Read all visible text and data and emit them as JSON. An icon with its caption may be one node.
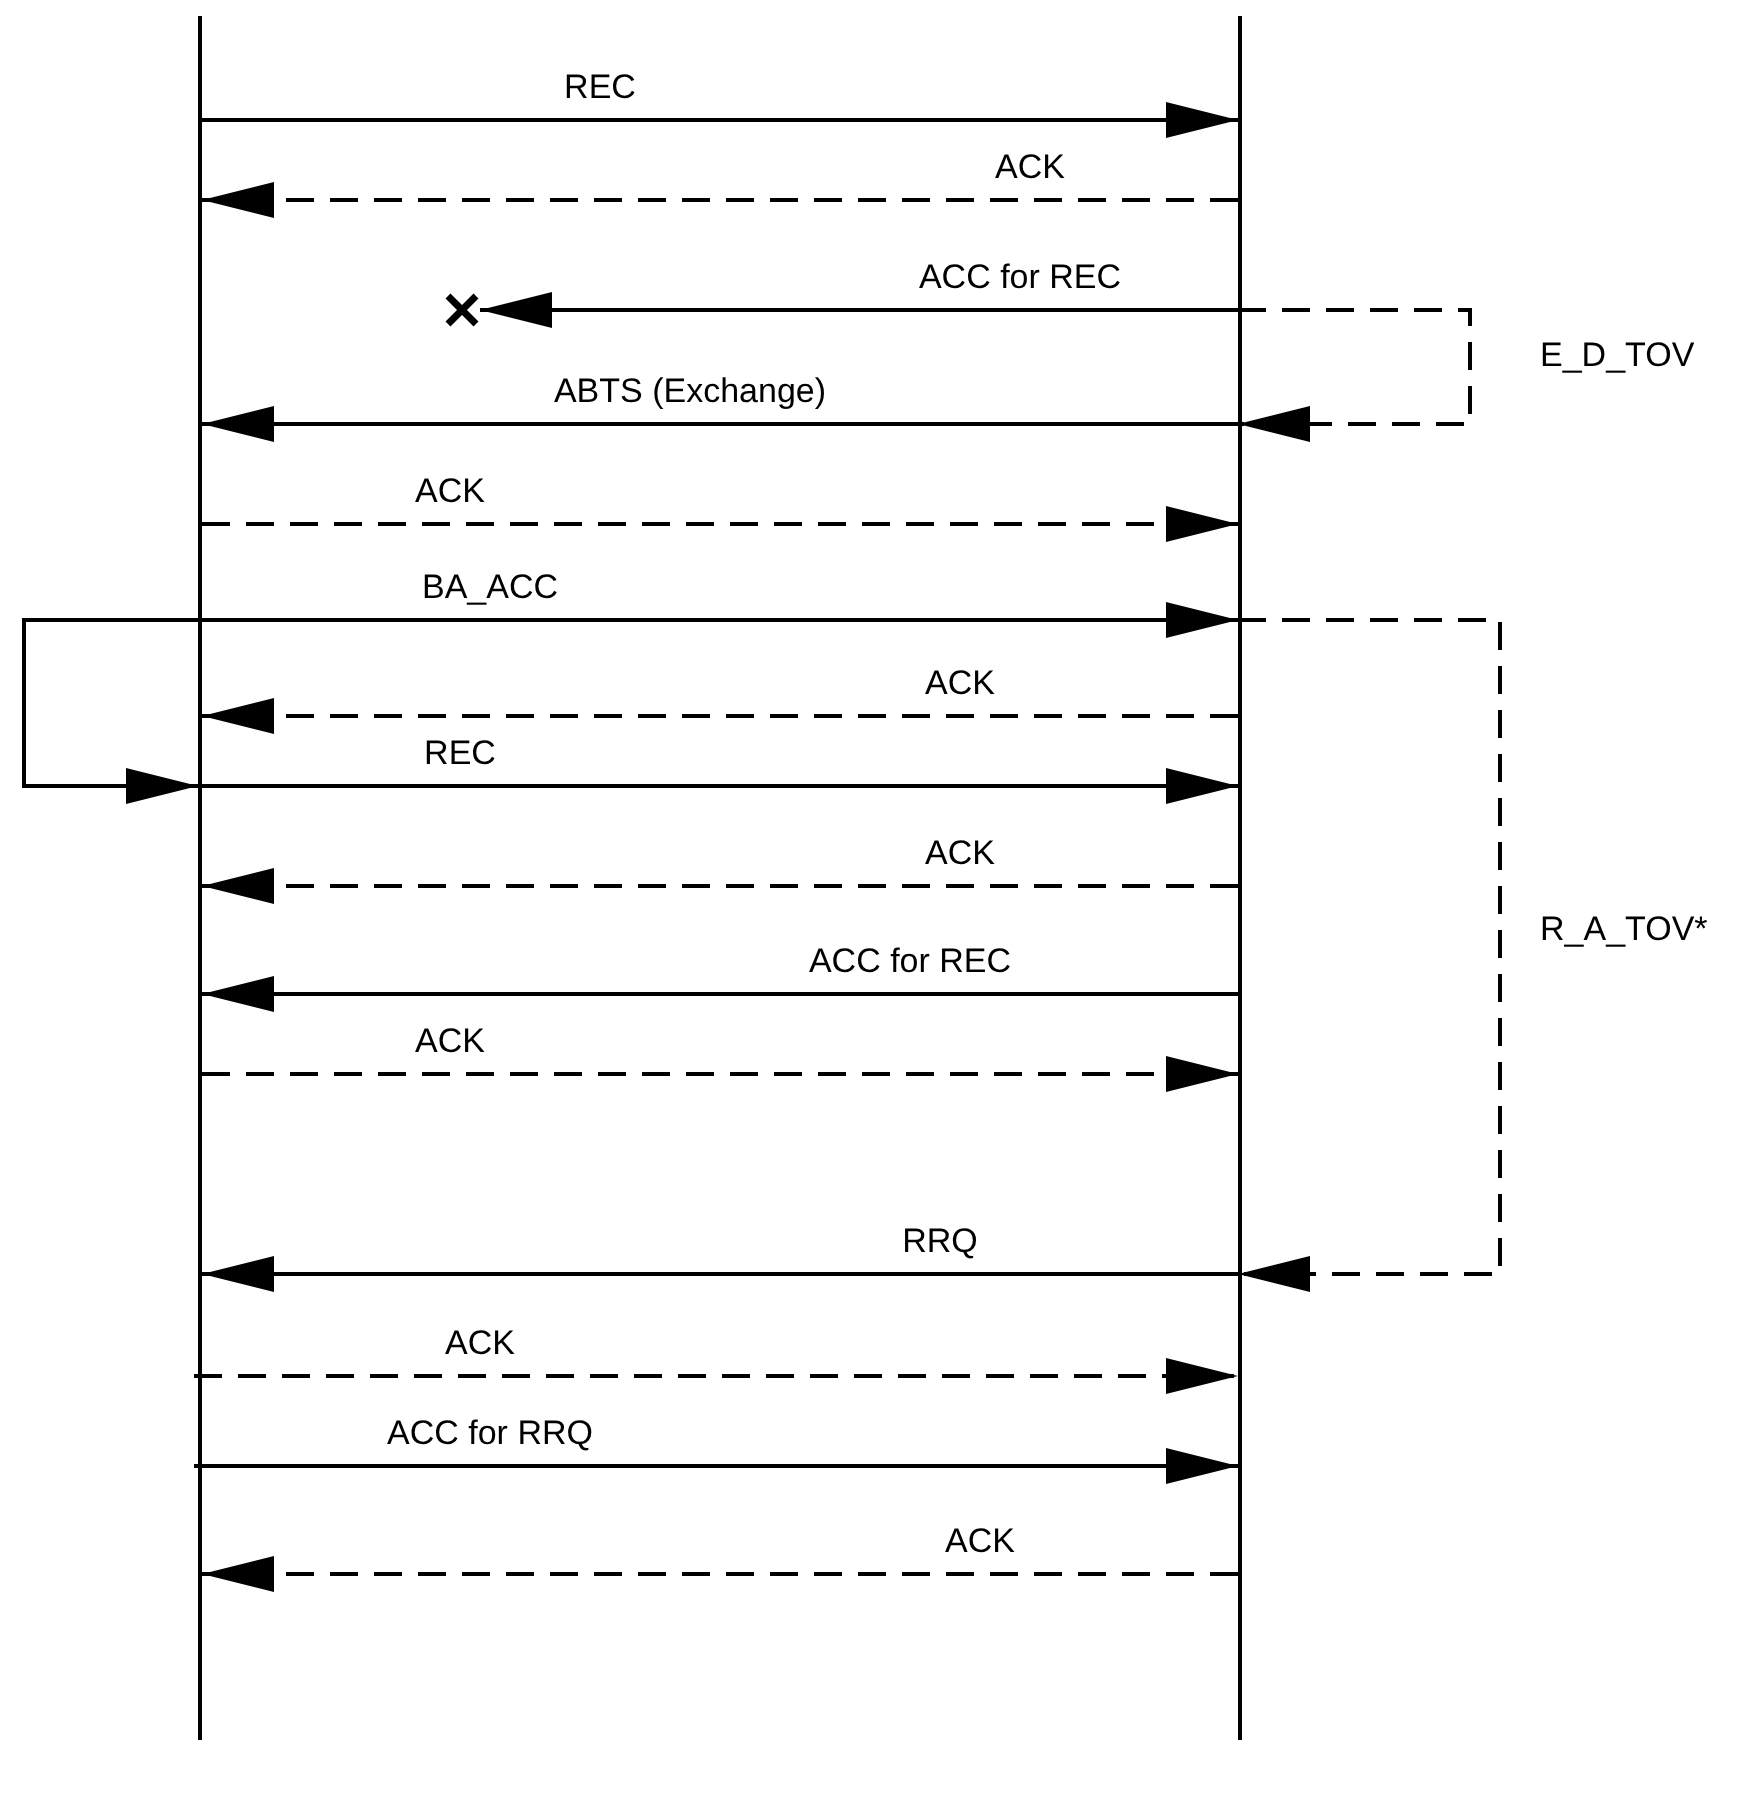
{
  "diagram": {
    "nodes": [
      {
        "text": [],
        "shape": "bar"
      },
      {
        "text": [],
        "shape": "bar"
      },
      {
        "text": [],
        "shape": "cross"
      }
    ],
    "edges": [
      {
        "from": 0,
        "to": 1,
        "arrow": "to",
        "label": "REC"
      },
      {
        "from": 1,
        "to": 0,
        "arrow": "to",
        "label": "ACK",
        "style": "dashed"
      },
      {
        "from": 1,
        "to": 2,
        "arrow": "to",
        "label": "ACC for REC"
      },
      {
        "from": 1,
        "to": 1,
        "arrow": "to",
        "label": "E_D_TOV",
        "style": "dashed"
      },
      {
        "from": 1,
        "to": 0,
        "arrow": "to",
        "label": "ABTS (Exchange)"
      },
      {
        "from": 0,
        "to": 1,
        "arrow": "to",
        "label": "ACK",
        "style": "dashed"
      },
      {
        "from": 0,
        "to": 1,
        "arrow": "to",
        "label": "BA_ACC"
      },
      {
        "from": 1,
        "to": 1,
        "arrow": "to",
        "label": "R_A_TOV*",
        "style": "dashed"
      },
      {
        "from": 0,
        "to": 0,
        "arrow": "to"
      },
      {
        "from": 1,
        "to": 0,
        "arrow": "to",
        "label": "ACK",
        "style": "dashed"
      },
      {
        "from": 0,
        "to": 1,
        "arrow": "to",
        "label": "REC"
      },
      {
        "from": 1,
        "to": 0,
        "arrow": "to",
        "label": "ACK",
        "style": "dashed"
      },
      {
        "from": 1,
        "to": 0,
        "arrow": "to",
        "label": "ACC for REC"
      },
      {
        "from": 0,
        "to": 1,
        "arrow": "to",
        "label": "ACK",
        "style": "dashed"
      },
      {
        "from": 1,
        "to": 0,
        "arrow": "to",
        "label": "RRQ"
      },
      {
        "from": 0,
        "to": 1,
        "arrow": "to",
        "label": "ACK",
        "style": "dashed"
      },
      {
        "from": 0,
        "to": 1,
        "arrow": "to",
        "label": "ACC for RRQ"
      },
      {
        "from": 1,
        "to": 0,
        "arrow": "to",
        "label": "ACK",
        "style": "dashed"
      }
    ]
  }
}
